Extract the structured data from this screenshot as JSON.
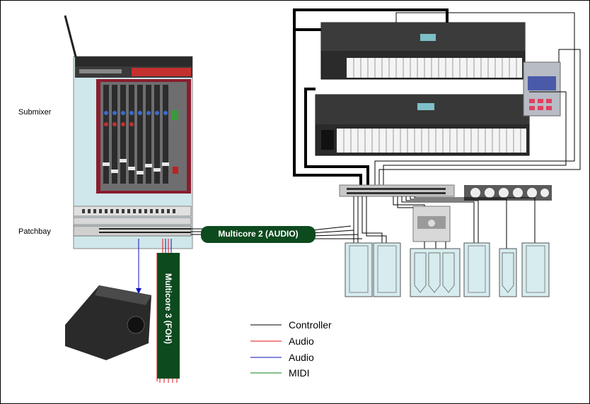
{
  "labels": {
    "submixer": "Submixer",
    "patchbay": "Patchbay",
    "multicore2": "Multicore 2 (AUDIO)",
    "multicore3": "Multicore 3 (FOH)"
  },
  "legend": [
    {
      "label": "Controller",
      "color": "#000000"
    },
    {
      "label": "Audio",
      "color": "#e01010"
    },
    {
      "label": "Audio",
      "color": "#1010c0"
    },
    {
      "label": "MIDI",
      "color": "#108010"
    }
  ],
  "colors": {
    "rack": "#cfe6ea",
    "cable_tube": "#0d4a1e",
    "speaker": "#d6ecef"
  }
}
